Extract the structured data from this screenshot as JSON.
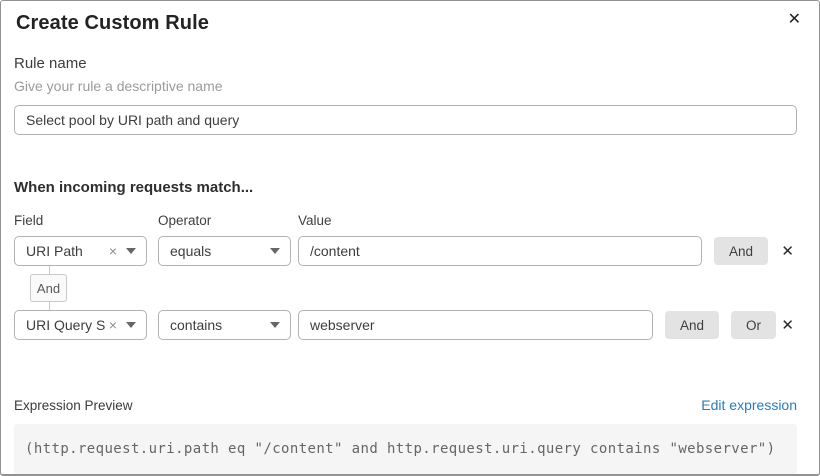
{
  "dialog": {
    "title": "Create Custom Rule",
    "close_glyph": "✕"
  },
  "rule_name": {
    "label": "Rule name",
    "helper": "Give your rule a descriptive name",
    "value": "Select pool by URI path and query"
  },
  "match": {
    "heading": "When incoming requests match...",
    "columns": {
      "field": "Field",
      "operator": "Operator",
      "value": "Value"
    },
    "connector_label": "And",
    "conditions": [
      {
        "field": "URI Path",
        "clear_glyph": "×",
        "operator": "equals",
        "value": "/content",
        "and_label": "And",
        "remove_glyph": "✕"
      },
      {
        "field": "URI Query St...",
        "clear_glyph": "×",
        "operator": "contains",
        "value": "webserver",
        "and_label": "And",
        "or_label": "Or",
        "remove_glyph": "✕"
      }
    ]
  },
  "expression": {
    "label": "Expression Preview",
    "edit_link": "Edit expression",
    "code": "(http.request.uri.path eq \"/content\" and http.request.uri.query contains \"webserver\")"
  },
  "colors": {
    "link_blue": "#2b7bb9",
    "button_gray": "#e3e3e3",
    "code_bg": "#f5f5f5"
  }
}
